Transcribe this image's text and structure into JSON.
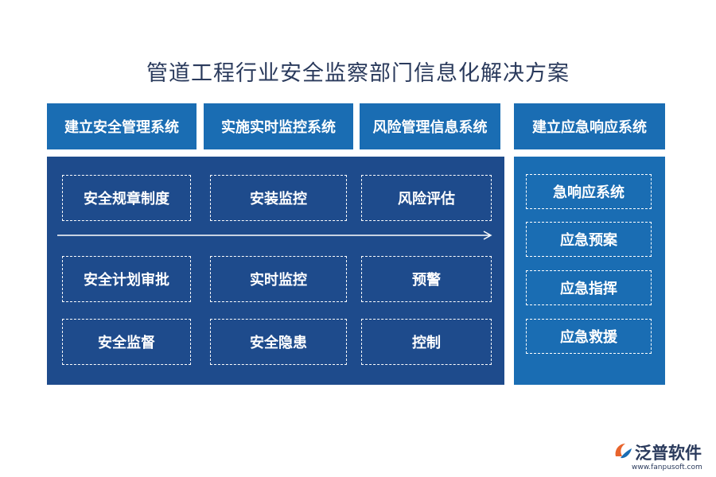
{
  "title": "管道工程行业安全监察部门信息化解决方案",
  "headers": [
    "建立安全管理系统",
    "实施实时监控系统",
    "风险管理信息系统",
    "建立应急响应系统"
  ],
  "grid": {
    "row1": [
      "安全规章制度",
      "安装监控",
      "风险评估"
    ],
    "row2": [
      "安全计划审批",
      "实时监控",
      "预警"
    ],
    "row3": [
      "安全监督",
      "安全隐患",
      "控制"
    ]
  },
  "emergency": [
    "急响应系统",
    "应急预案",
    "应急指挥",
    "应急救援"
  ],
  "logo": {
    "name": "泛普软件",
    "url": "www.fanpusoft.com"
  },
  "colors": {
    "header": "#1a6db3",
    "left_panel": "#1e4b8c",
    "right_panel": "#1a6db3",
    "title": "#2a3a5c"
  }
}
